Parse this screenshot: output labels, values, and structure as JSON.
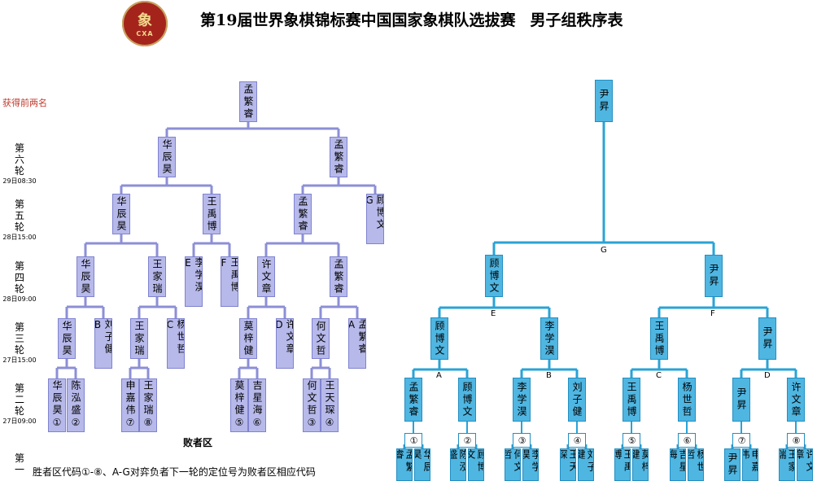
{
  "header": {
    "logo_char": "象",
    "logo_abbr": "CXA",
    "title": "第19届世界象棋锦标赛中国国家象棋队选拔赛",
    "subtitle": "男子组秩序表"
  },
  "side_note": "获得前两名",
  "rounds": [
    {
      "label": "第六轮",
      "time": "29日08:30"
    },
    {
      "label": "第五轮",
      "time": "28日15:00"
    },
    {
      "label": "第四轮",
      "time": "28日09:00"
    },
    {
      "label": "第三轮",
      "time": "27日15:00"
    },
    {
      "label": "第二轮",
      "time": "27日09:00"
    },
    {
      "label": "第一",
      "time": ""
    }
  ],
  "loser_bracket": {
    "label": "败者区",
    "boxes": [
      "孟繁睿",
      "华辰昊",
      "孟繁睿",
      "华辰昊",
      "王禹博",
      "孟繁睿",
      "顾博文G",
      "华辰昊",
      "王家瑞",
      "李学淏E",
      "王禹博F",
      "许文章",
      "孟繁睿",
      "华辰昊",
      "刘子健B",
      "王家瑞",
      "杨世哲C",
      "莫梓健",
      "许文章D",
      "何文哲",
      "孟繁睿A",
      "华辰昊①",
      "陈泓盛②",
      "申嘉伟⑦",
      "王家瑞⑧",
      "莫梓健⑤",
      "吉星海⑥",
      "何文哲③",
      "王天琛④"
    ]
  },
  "winner_bracket": {
    "boxes": [
      "尹昇",
      "顾博文",
      "尹昇",
      "顾博文",
      "李学淏",
      "王禹博",
      "尹昇",
      "孟繁睿",
      "顾博文",
      "李学淏",
      "刘子健",
      "王禹博",
      "杨世哲",
      "尹昇",
      "许文章",
      "①",
      "②",
      "③",
      "④",
      "⑤",
      "⑥",
      "⑦",
      "⑧",
      "孟繁睿",
      "华辰昊",
      "陈泓盛",
      "顾博文",
      "何文哲",
      "李学淏",
      "王天琛",
      "刘子健",
      "王禹博",
      "莫梓健",
      "吉星海",
      "杨世哲",
      "尹昇",
      "申嘉伟",
      "王家瑞",
      "许文章"
    ],
    "markers": [
      "G",
      "E",
      "F",
      "A",
      "B",
      "C",
      "D"
    ]
  },
  "caption": "胜者区代码①-⑧、A-G对弈负者下一轮的定位号为败者区相应代码",
  "colors": {
    "loser_box": "#b7b9ea",
    "loser_line": "#8c8fd6",
    "winner_box": "#4fb6e2",
    "winner_line": "#2aa3d6",
    "title_text": "#000000",
    "note_text": "#c0392b"
  }
}
